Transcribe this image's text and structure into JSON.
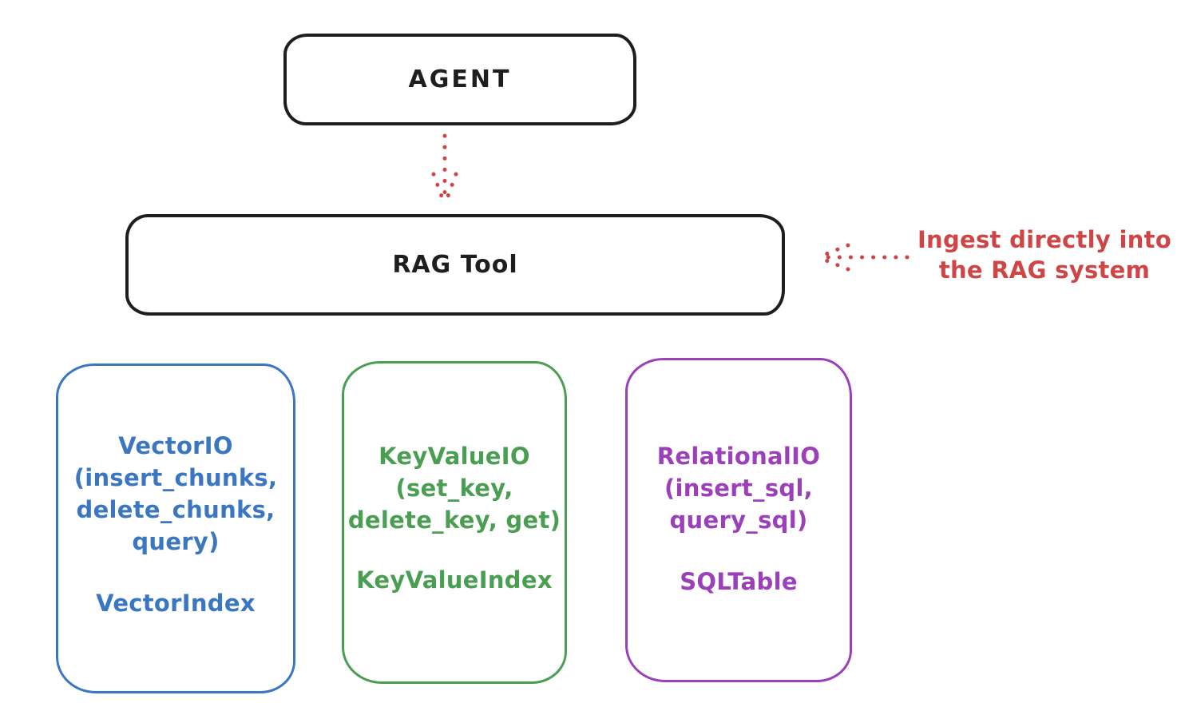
{
  "canvas": {
    "background": "#ffffff",
    "ink_color": "#1e1e1e"
  },
  "agent_box": {
    "label": "AGENT",
    "border_color": "#1e1e1e"
  },
  "rag_tool_box": {
    "label": "RAG Tool",
    "border_color": "#1e1e1e"
  },
  "agent_to_rag_arrow": {
    "style": "dotted",
    "direction": "down",
    "color": "#cf4545"
  },
  "annotation": {
    "text": "Ingest directly into\nthe RAG system",
    "color": "#cf4545",
    "arrow": {
      "style": "dotted",
      "direction": "left",
      "color": "#cf4545"
    }
  },
  "backend_boxes": [
    {
      "name": "vector-io",
      "io_label": "VectorIO\n(insert_chunks,\ndelete_chunks,\nquery)",
      "index_label": "VectorIndex",
      "color": "#3b76c2"
    },
    {
      "name": "keyvalue-io",
      "io_label": "KeyValueIO\n(set_key,\ndelete_key, get)",
      "index_label": "KeyValueIndex",
      "color": "#4a9e52"
    },
    {
      "name": "relational-io",
      "io_label": "RelationalIO\n(insert_sql,\nquery_sql)",
      "index_label": "SQLTable",
      "color": "#9c40ba"
    }
  ]
}
